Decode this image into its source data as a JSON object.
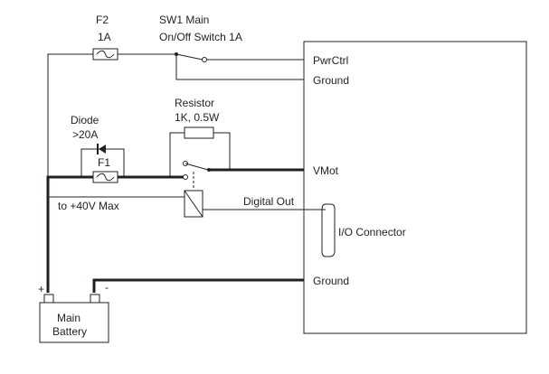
{
  "labels": {
    "fuse_f2_name": "F2",
    "fuse_f2_rating": "1A",
    "switch_line1": "SW1 Main",
    "switch_line2": "On/Off Switch 1A",
    "resistor_line1": "Resistor",
    "resistor_line2": "1K, 0.5W",
    "diode_line1": "Diode",
    "diode_line2": ">20A",
    "fuse_f1_name": "F1",
    "supply_note": "to +40V Max",
    "digital_out": "Digital Out",
    "pin_pwrctrl": "PwrCtrl",
    "pin_ground_top": "Ground",
    "pin_vmot": "VMot",
    "io_connector": "I/O Connector",
    "pin_ground_bottom": "Ground",
    "battery_line1": "Main",
    "battery_line2": "Battery",
    "battery_plus": "+",
    "battery_minus": "-"
  },
  "colors": {
    "line": "#231f20",
    "background": "#ffffff"
  }
}
